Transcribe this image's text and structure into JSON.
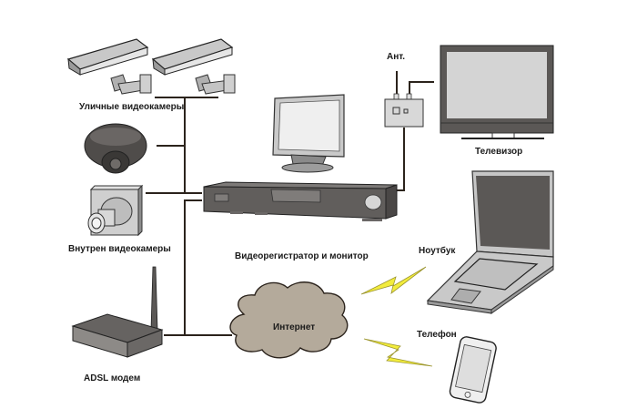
{
  "diagram": {
    "title": "",
    "labels": {
      "outdoor_cameras": "Уличные видеокамеры",
      "indoor_cameras": "Внутрен видеокамеры",
      "adsl_modem": "ADSL модем",
      "dvr_monitor": "Видеорегистратор и монитор",
      "antenna": "Ант.",
      "tv": "Телевизор",
      "laptop": "Ноутбук",
      "internet": "Интернет",
      "phone": "Телефон"
    },
    "colors": {
      "device_dark": "#5b5856",
      "device_light": "#d6d6d6",
      "cloud": "#b4aa9b",
      "lightning": "#f2ec3c",
      "line": "#2b231c"
    }
  }
}
